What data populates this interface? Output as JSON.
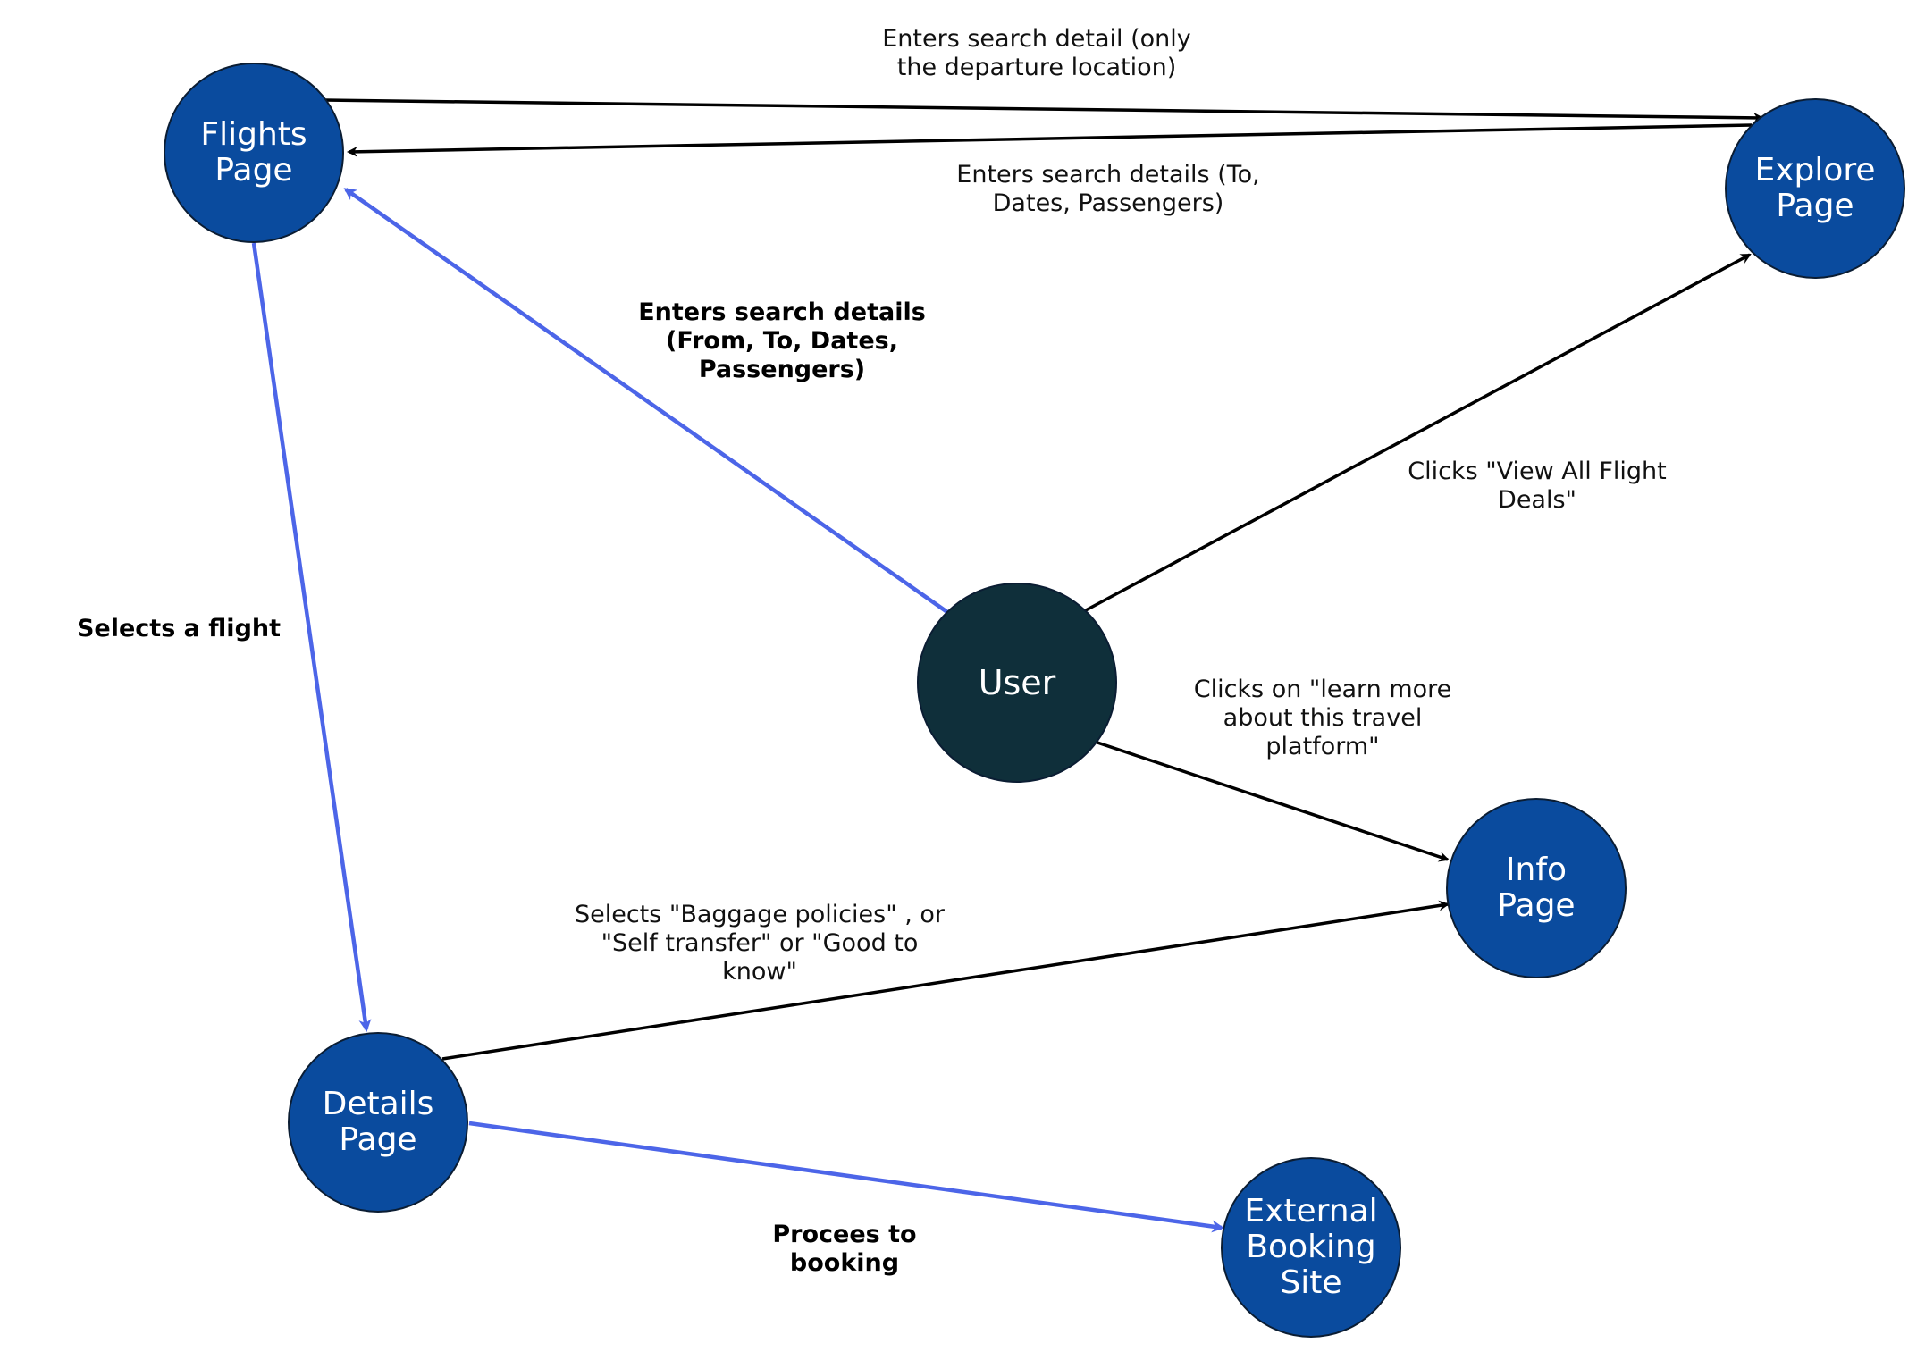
{
  "colors": {
    "page_node": "#0a4b9e",
    "user_node": "#0f2f3a",
    "black_edge": "#000000",
    "blue_edge": "#4c65e8"
  },
  "nodes": {
    "flights": "Flights\nPage",
    "explore": "Explore\nPage",
    "user": "User",
    "info": "Info\nPage",
    "details": "Details\nPage",
    "external": "External\nBooking\nSite"
  },
  "edges": {
    "flights_to_explore": "Enters search detail (only\nthe departure location)",
    "explore_to_flights": "Enters search details (To,\nDates, Passengers)",
    "user_to_flights": "Enters search details\n(From, To, Dates,\nPassengers)",
    "user_to_explore": "Clicks \"View All Flight\nDeals\"",
    "flights_to_details": "Selects a flight",
    "user_to_info": "Clicks on \"learn more\nabout this travel\nplatform\"",
    "details_to_info": "Selects \"Baggage policies\" , or\n\"Self transfer\" or \"Good to\nknow\"",
    "details_to_external": "Procees to\nbooking"
  }
}
